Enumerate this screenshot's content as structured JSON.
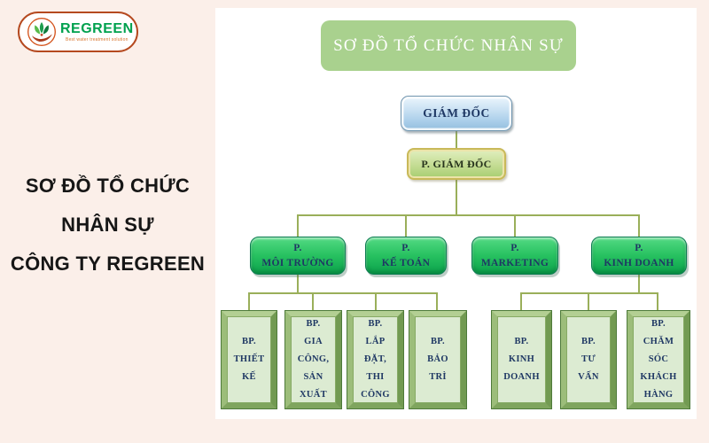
{
  "sidebar": {
    "logo": {
      "brand": "REGREEN",
      "tagline": "Best water treatment solution"
    },
    "heading": "SƠ ĐỒ TỔ CHỨC\nNHÂN SỰ\nCÔNG TY REGREEN"
  },
  "chart": {
    "title": "SƠ ĐỒ TỔ CHỨC NHÂN SỰ",
    "director": "GIÁM ĐỐC",
    "deputy": "P. GIÁM ĐỐC",
    "departments": [
      {
        "label": "P.\nMÔI TRƯỜNG"
      },
      {
        "label": "P.\nKẾ TOÁN"
      },
      {
        "label": "P.\nMARKETING"
      },
      {
        "label": "P.\nKINH DOANH"
      }
    ],
    "environment_units": [
      {
        "label": "BP.\nTHIẾT\nKẾ"
      },
      {
        "label": "BP.\nGIA\nCÔNG,\nSẢN\nXUẤT"
      },
      {
        "label": "BP.\nLẮP\nĐẶT,\nTHI\nCÔNG"
      },
      {
        "label": "BP.\nBẢO\nTRÌ"
      }
    ],
    "business_units": [
      {
        "label": "BP.\nKINH\nDOANH"
      },
      {
        "label": "BP.\nTƯ\nVẤN"
      },
      {
        "label": "BP.\nCHĂM\nSÓC\nKHÁCH\nHÀNG"
      }
    ]
  },
  "colors": {
    "background": "#fbefe9",
    "panel": "#ffffff",
    "title_box": "#a9d18e",
    "director_box": "#a8cde9",
    "deputy_border": "#c9b959",
    "department_box": "#27c160",
    "unit_box": "#dcebd2",
    "connector": "#9aaf5a",
    "node_text": "#1f3864",
    "brand_green": "#00a14e",
    "brand_orange": "#b5491f"
  }
}
